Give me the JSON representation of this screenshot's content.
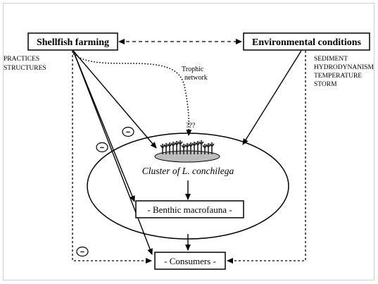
{
  "nodes": {
    "shellfish": "Shellfish farming",
    "environment": "Environmental conditions",
    "cluster": "Cluster of L. conchilega",
    "benthic": "- Benthic macrofauna -",
    "consumers": "- Consumers -"
  },
  "shellfish_factors": [
    "PRACTICES",
    "STRUCTURES"
  ],
  "environment_factors": [
    "SEDIMENT",
    "HYDRODYNANISM",
    "TEMPERATURE",
    "STORM"
  ],
  "trophic_label": [
    "Trophic",
    "network"
  ],
  "unknown_label": "???",
  "negative_sign": "−"
}
